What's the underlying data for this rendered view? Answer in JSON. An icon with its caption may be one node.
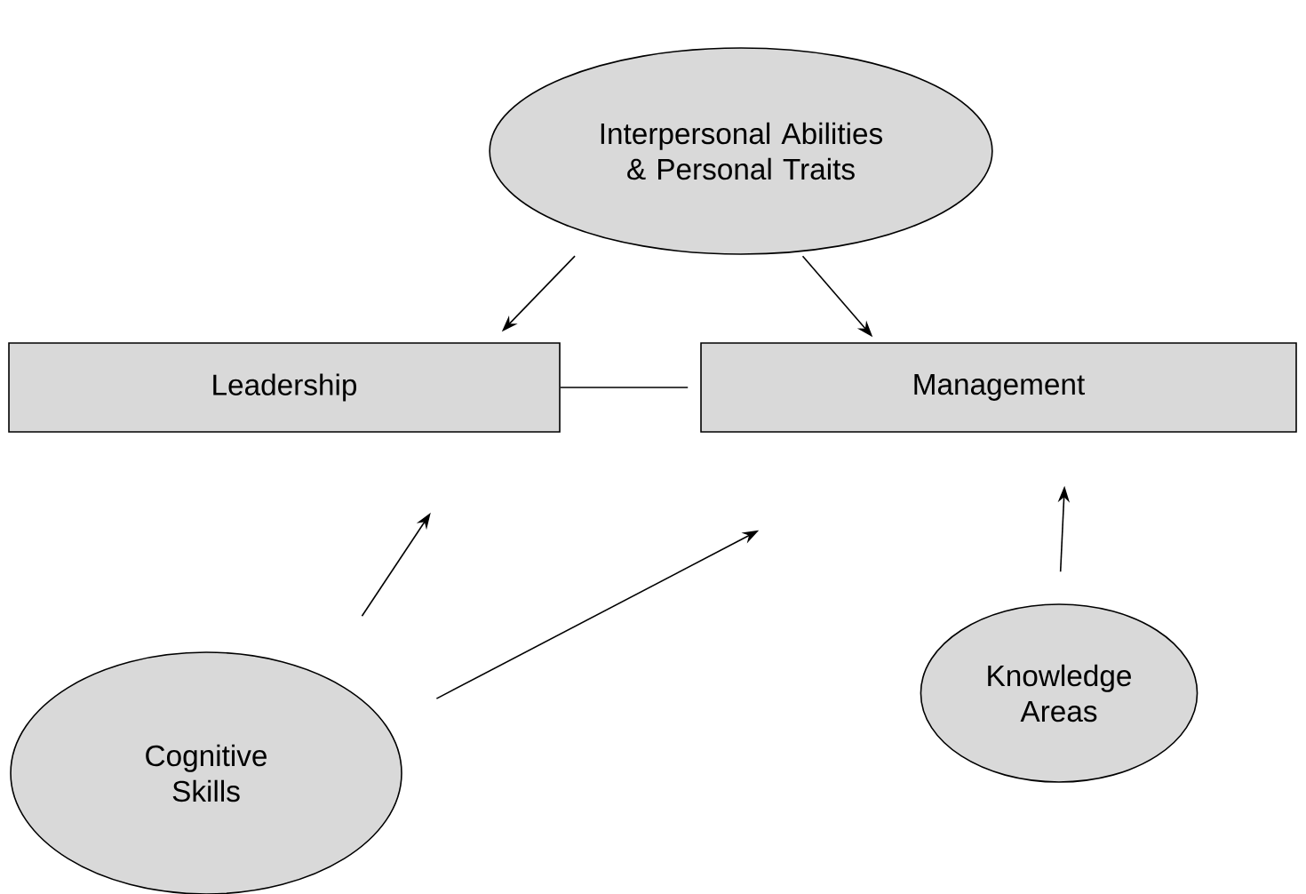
{
  "diagram": {
    "nodes": [
      {
        "text": [
          "Interpersonal Abilities & Personal Traits"
        ]
      },
      {
        "text": [
          "Leadership"
        ]
      },
      {
        "text": [
          "Management"
        ]
      },
      {
        "text": [
          "Cognitive Skills"
        ]
      },
      {
        "text": [
          "Knowledge Areas"
        ]
      }
    ],
    "edges": [
      {
        "from": 0,
        "to": 1,
        "arrow": "to"
      },
      {
        "from": 0,
        "to": 2,
        "arrow": "to"
      },
      {
        "from": 1,
        "to": 2,
        "arrow": "none"
      },
      {
        "from": 3,
        "to": 1,
        "arrow": "to"
      },
      {
        "from": 3,
        "to": 2,
        "arrow": "to"
      },
      {
        "from": 4,
        "to": 2,
        "arrow": "to"
      }
    ]
  }
}
